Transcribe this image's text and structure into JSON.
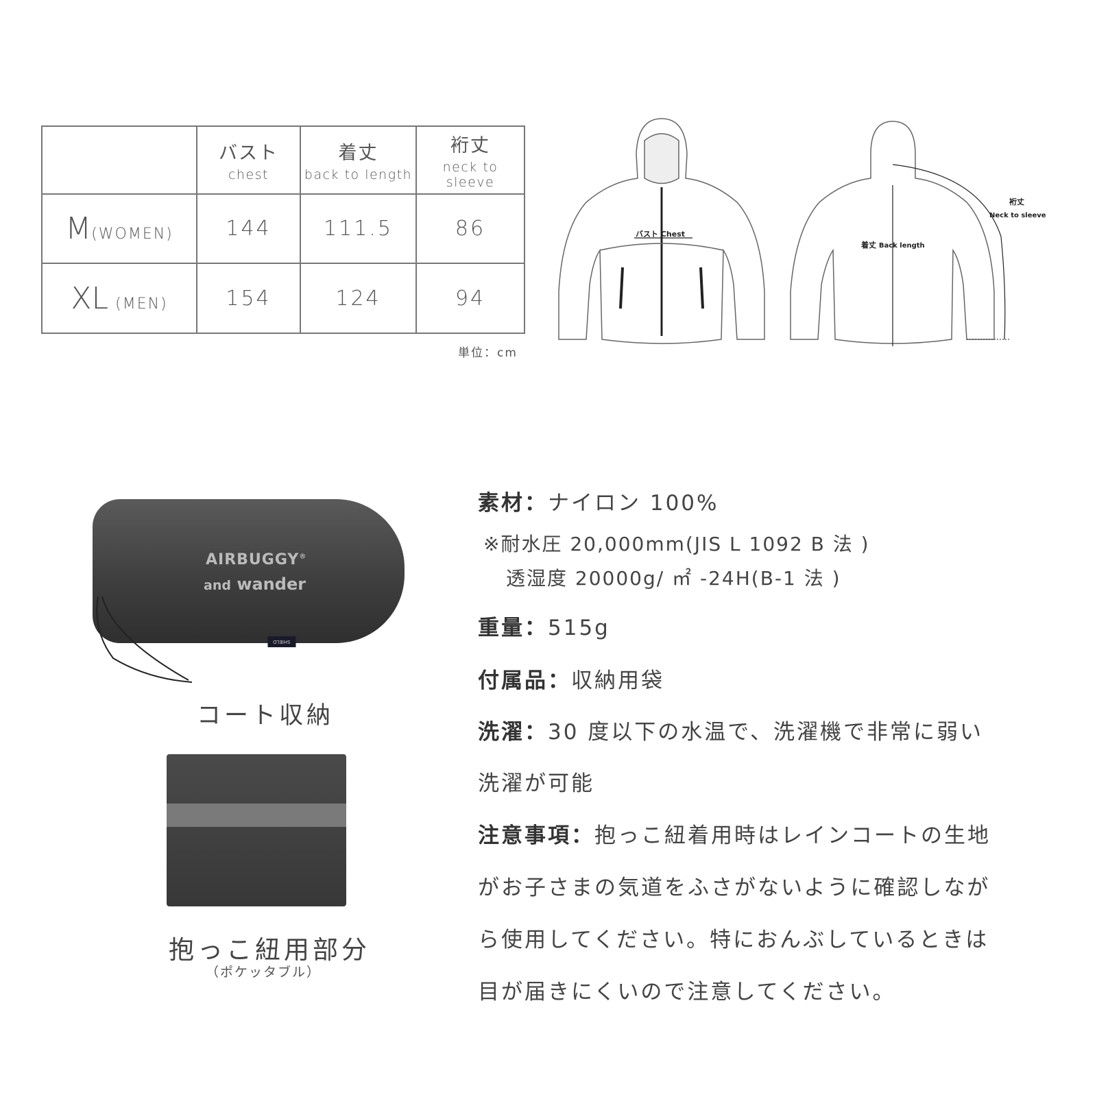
{
  "size_table": {
    "headers": [
      {
        "jp": "バスト",
        "en": "chest"
      },
      {
        "jp": "着丈",
        "en": "back to length"
      },
      {
        "jp": "裄丈",
        "en": "neck to sleeve"
      }
    ],
    "rows": [
      {
        "size": "M",
        "label": "(WOMEN)",
        "values": [
          "144",
          "111.5",
          "86"
        ]
      },
      {
        "size": "XL",
        "label": "(MEN)",
        "values": [
          "154",
          "124",
          "94"
        ]
      }
    ],
    "unit": "単位：cm"
  },
  "diagram": {
    "front_chest": "バスト Chest",
    "back_length_jp": "着丈",
    "back_length_en": "Back length",
    "sleeve_jp": "裄丈",
    "sleeve_en": "Neck to sleeve"
  },
  "bag": {
    "brand1": "AIRBUGGY",
    "brand_mark": "®",
    "brand2_small": "and",
    "brand2": "wander",
    "tag": "SHIELD",
    "caption": "コート収納"
  },
  "pocket": {
    "caption": "抱っこ紐用部分",
    "sub": "（ポケッタブル）"
  },
  "specs": {
    "material_label": "素材：",
    "material": "ナイロン 100%",
    "water": "※耐水圧 20,000mm(JIS L 1092 B 法 )",
    "breath": "透湿度 20000g/ ㎡ -24H(B-1 法 )",
    "weight_label": "重量：",
    "weight": "515g",
    "acc_label": "付属品：",
    "acc": "収納用袋",
    "wash_label": "洗濯：",
    "wash1": "30 度以下の水温で、洗濯機で非常に弱い",
    "wash2": "洗濯が可能",
    "note_label": "注意事項：",
    "note1": "抱っこ紐着用時はレインコートの生地",
    "note2": "がお子さまの気道をふさがないように確認しなが",
    "note3": "ら使用してください。特におんぶしているときは",
    "note4": "目が届きにくいので注意してください。"
  }
}
